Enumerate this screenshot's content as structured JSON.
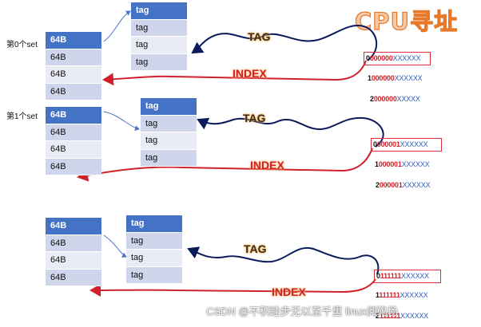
{
  "title": "CPU寻址",
  "groups": [
    {
      "set_label": "第0个set",
      "set_rows": [
        "64B",
        "64B",
        "64B",
        "64B"
      ],
      "tag_rows": [
        "tag",
        "tag",
        "tag",
        "tag"
      ],
      "addresses": [
        {
          "lead": "0",
          "mid": "000000",
          "tail": "XXXXXX"
        },
        {
          "lead": "1",
          "mid": "000000",
          "tail": "XXXXXX"
        },
        {
          "lead": "2",
          "mid": "000000",
          "tail": "XXXXX"
        }
      ],
      "tag_label": "TAG",
      "index_label": "INDEX"
    },
    {
      "set_label": "第1个set",
      "set_rows": [
        "64B",
        "64B",
        "64B",
        "64B"
      ],
      "tag_rows": [
        "tag",
        "tag",
        "tag",
        "tag"
      ],
      "addresses": [
        {
          "lead": "0",
          "mid": "000001",
          "tail": "XXXXXX"
        },
        {
          "lead": "1",
          "mid": "000001",
          "tail": "XXXXXX"
        },
        {
          "lead": "2",
          "mid": "000001",
          "tail": "XXXXXX"
        }
      ],
      "tag_label": "TAG",
      "index_label": "INDEX"
    },
    {
      "set_label": "",
      "set_rows": [
        "64B",
        "64B",
        "64B",
        "64B"
      ],
      "tag_rows": [
        "tag",
        "tag",
        "tag",
        "tag"
      ],
      "addresses": [
        {
          "lead": "0",
          "mid": "111111",
          "tail": "XXXXXX"
        },
        {
          "lead": "1",
          "mid": "111111",
          "tail": "XXXXXX"
        },
        {
          "lead": "2",
          "mid": "111111",
          "tail": "XXXXXX"
        }
      ],
      "tag_label": "TAG",
      "index_label": "INDEX"
    }
  ],
  "watermark": "CSDN @不积跬步无以至千里 linux阅码场",
  "colors": {
    "header": "#4472c4",
    "row_odd": "#cfd5ea",
    "row_even": "#e9ebf5",
    "tag_curve": "#0a1a5c",
    "index_curve": "#d0202a"
  }
}
